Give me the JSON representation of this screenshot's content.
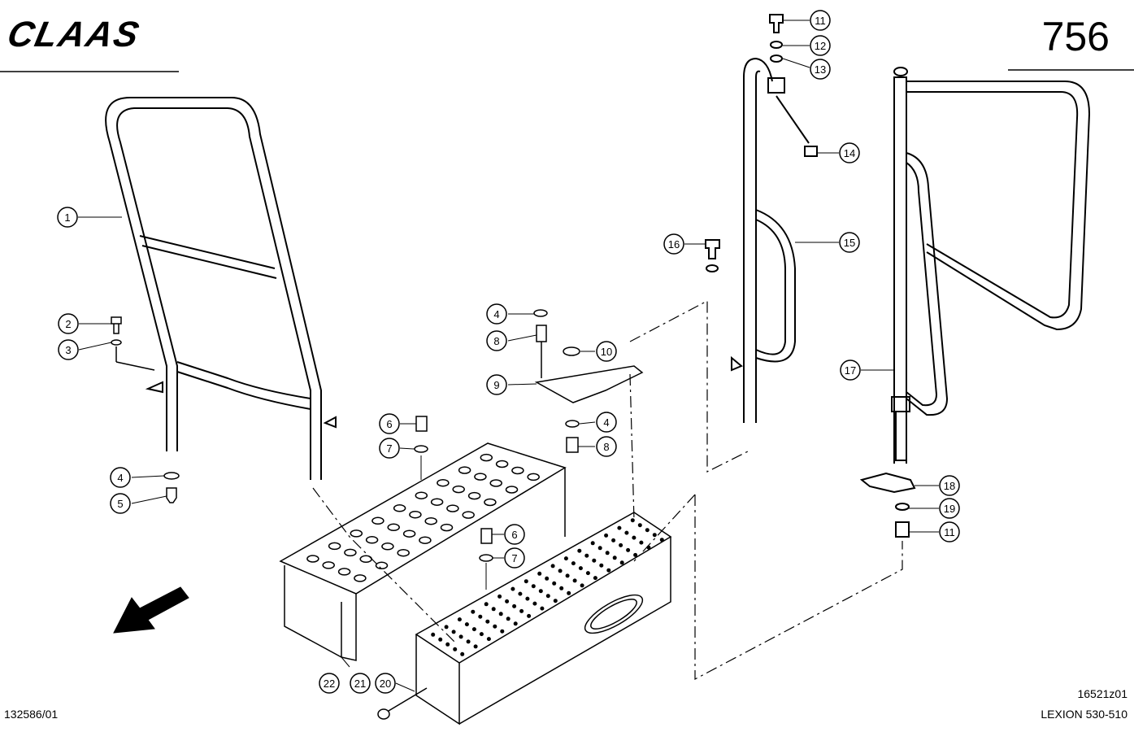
{
  "header": {
    "brand": "CLAAS",
    "page_number": "756"
  },
  "footer": {
    "document_number": "132586/01",
    "drawing_id": "16521z01",
    "model": "LEXION 530-510"
  },
  "callouts": [
    "1",
    "2",
    "3",
    "4",
    "5",
    "4",
    "6",
    "7",
    "8",
    "9",
    "10",
    "4",
    "8",
    "6",
    "7",
    "11",
    "12",
    "13",
    "14",
    "15",
    "16",
    "17",
    "18",
    "19",
    "11",
    "20",
    "21",
    "22"
  ]
}
